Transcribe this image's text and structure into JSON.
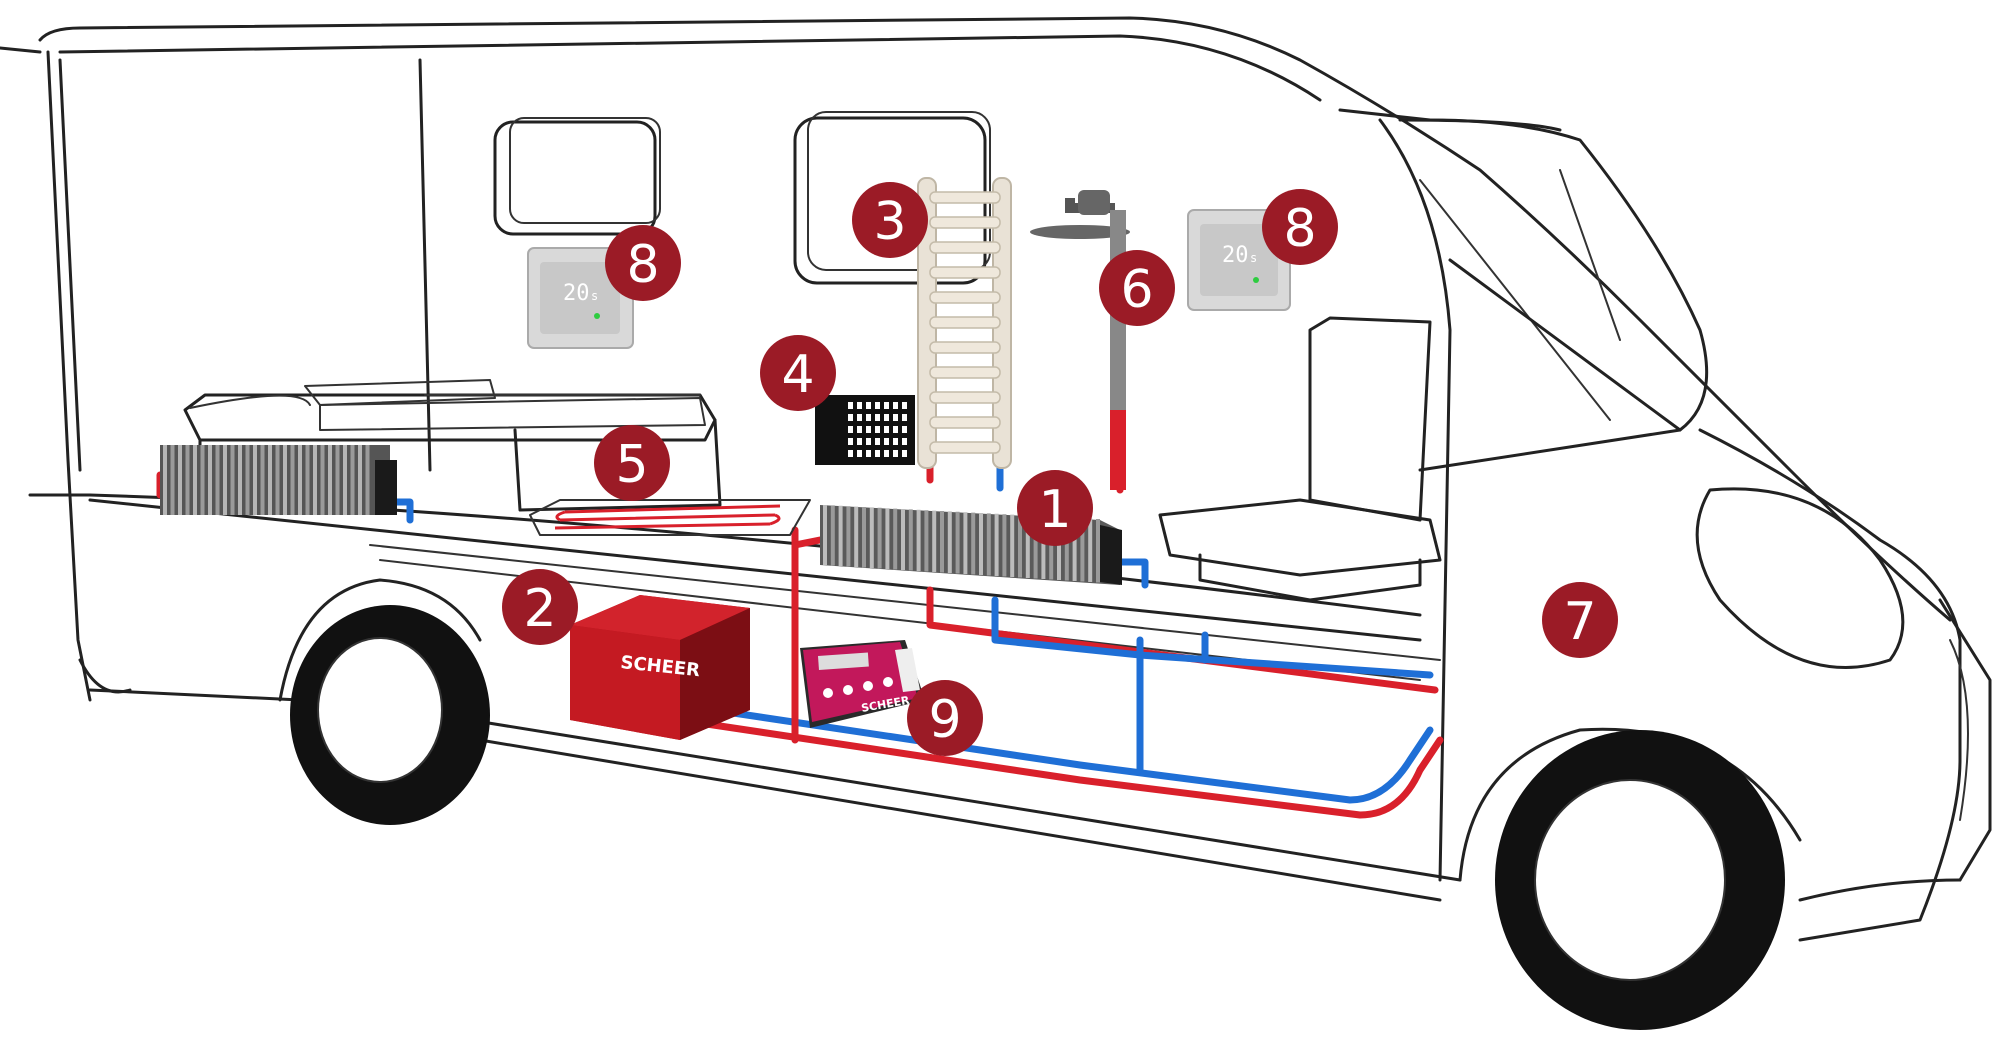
{
  "markers": [
    {
      "id": "marker-1",
      "label": "1"
    },
    {
      "id": "marker-2",
      "label": "2"
    },
    {
      "id": "marker-3",
      "label": "3"
    },
    {
      "id": "marker-4",
      "label": "4"
    },
    {
      "id": "marker-5",
      "label": "5"
    },
    {
      "id": "marker-6",
      "label": "6"
    },
    {
      "id": "marker-7",
      "label": "7"
    },
    {
      "id": "marker-8a",
      "label": "8"
    },
    {
      "id": "marker-8b",
      "label": "8"
    },
    {
      "id": "marker-9",
      "label": "9"
    }
  ],
  "brand": {
    "boiler_logo": "SCHEER",
    "controller_logo": "SCHEER"
  },
  "thermostat": {
    "display_value": "20",
    "display_unit": "s"
  },
  "colors": {
    "hot_pipe": "#d9202b",
    "cold_pipe": "#1f6fd6",
    "marker": "#9b1b26",
    "boiler": "#c41a22",
    "outline": "#222222"
  }
}
